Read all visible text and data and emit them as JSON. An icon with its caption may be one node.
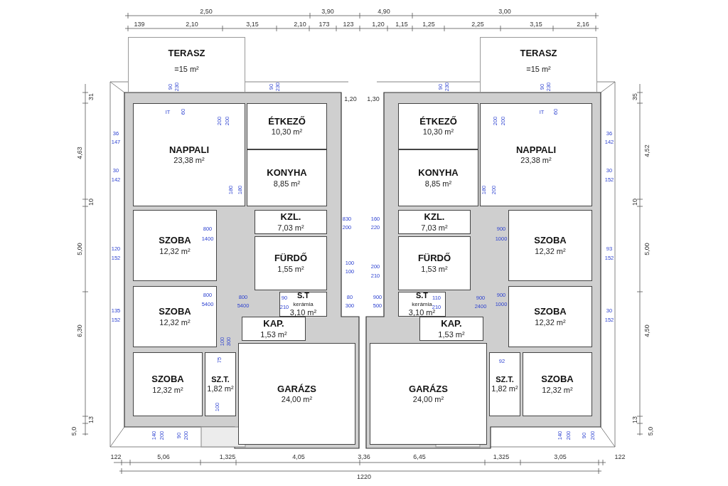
{
  "diagram": {
    "nodes": [
      {
        "text": [
          "TERASZ",
          "=15 m²"
        ]
      },
      {
        "text": [
          "NAPPALI",
          "23,38 m²"
        ]
      },
      {
        "text": [
          "ÉTKEZŐ",
          "10,30 m²"
        ]
      },
      {
        "text": [
          "KONYHA",
          "8,85 m²"
        ]
      },
      {
        "text": [
          "KZL.",
          "7,03 m²"
        ]
      },
      {
        "text": [
          "SZOBA",
          "12,32 m²"
        ]
      },
      {
        "text": [
          "FÜRDŐ",
          "1,55 m²"
        ]
      },
      {
        "text": [
          "S.T",
          "kerámia",
          "3,10 m²"
        ]
      },
      {
        "text": [
          "SZOBA",
          "12,32 m²"
        ]
      },
      {
        "text": [
          "KAP.",
          "1,53 m²"
        ]
      },
      {
        "text": [
          "SZOBA",
          "12,32 m²"
        ]
      },
      {
        "text": [
          "SZ.T.",
          "1,82 m²"
        ]
      },
      {
        "text": [
          "GARÁZS",
          "24,00 m²"
        ]
      },
      {
        "text": [
          "TERASZ",
          "=15 m²"
        ]
      },
      {
        "text": [
          "ÉTKEZŐ",
          "10,30 m²"
        ]
      },
      {
        "text": [
          "NAPPALI",
          "23,38 m²"
        ]
      },
      {
        "text": [
          "KONYHA",
          "8,85 m²"
        ]
      },
      {
        "text": [
          "KZL.",
          "7,03 m²"
        ]
      },
      {
        "text": [
          "FÜRDŐ",
          "1,53 m²"
        ]
      },
      {
        "text": [
          "SZOBA",
          "12,32 m²"
        ]
      },
      {
        "text": [
          "S.T",
          "kerámia",
          "3,10 m²"
        ]
      },
      {
        "text": [
          "KAP.",
          "1,53 m²"
        ]
      },
      {
        "text": [
          "SZOBA",
          "12,32 m²"
        ]
      },
      {
        "text": [
          "GARÁZS",
          "24,00 m²"
        ]
      },
      {
        "text": [
          "SZ.T.",
          "1,82 m²"
        ]
      },
      {
        "text": [
          "SZOBA",
          "12,32 m²"
        ]
      }
    ],
    "labels": [
      "2,50",
      "3,90",
      "4,90",
      "3,00",
      "139",
      "2,10",
      "3,15",
      "2,10",
      "173",
      "123",
      "1,20",
      "1,15",
      "1,25",
      "2,25",
      "3,15",
      "2,16",
      "122",
      "5,06",
      "1,325",
      "4,05",
      "3,36",
      "6,45",
      "1,325",
      "3,05",
      "122",
      "1220",
      "31",
      "4,63",
      "10",
      "5,00",
      "6,30",
      "13",
      "5,0",
      "35",
      "4,52",
      "10",
      "5,00",
      "4,50",
      "13",
      "5,0",
      "1,20",
      "1,30",
      "90",
      "230",
      "90",
      "230",
      "IT",
      "60",
      "200",
      "200",
      "36",
      "147",
      "30",
      "142",
      "180",
      "180",
      "830",
      "200",
      "800",
      "1400",
      "120",
      "152",
      "100",
      "100",
      "800",
      "5400",
      "800",
      "5400",
      "90",
      "210",
      "80",
      "300",
      "135",
      "152",
      "100",
      "300",
      "75",
      "100",
      "140",
      "200",
      "90",
      "200",
      "90",
      "230",
      "90",
      "230",
      "IT",
      "60",
      "200",
      "200",
      "36",
      "142",
      "30",
      "152",
      "180",
      "200",
      "160",
      "220",
      "900",
      "1000",
      "93",
      "152",
      "200",
      "210",
      "900",
      "1000",
      "900",
      "2400",
      "110",
      "210",
      "900",
      "500",
      "30",
      "152",
      "92",
      "140",
      "200",
      "90",
      "200"
    ]
  }
}
